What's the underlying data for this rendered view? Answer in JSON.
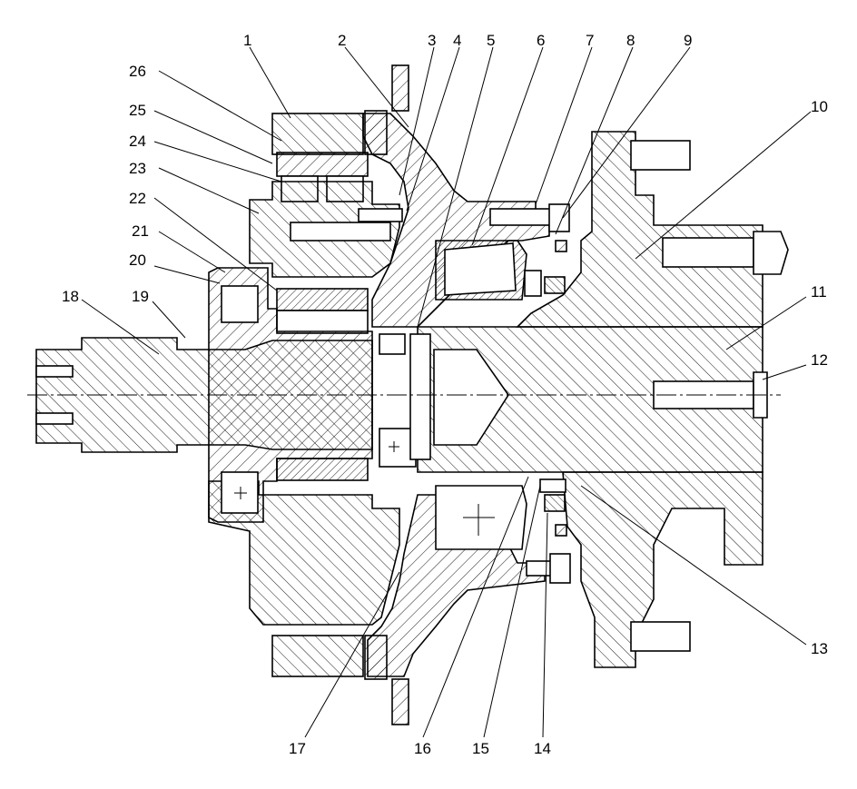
{
  "callouts": [
    {
      "id": "c1",
      "text": "1"
    },
    {
      "id": "c2",
      "text": "2"
    },
    {
      "id": "c3",
      "text": "3"
    },
    {
      "id": "c4",
      "text": "4"
    },
    {
      "id": "c5",
      "text": "5"
    },
    {
      "id": "c6",
      "text": "6"
    },
    {
      "id": "c7",
      "text": "7"
    },
    {
      "id": "c8",
      "text": "8"
    },
    {
      "id": "c9",
      "text": "9"
    },
    {
      "id": "c10",
      "text": "10"
    },
    {
      "id": "c11",
      "text": "11"
    },
    {
      "id": "c12",
      "text": "12"
    },
    {
      "id": "c13",
      "text": "13"
    },
    {
      "id": "c14",
      "text": "14"
    },
    {
      "id": "c15",
      "text": "15"
    },
    {
      "id": "c16",
      "text": "16"
    },
    {
      "id": "c17",
      "text": "17"
    },
    {
      "id": "c18",
      "text": "18"
    },
    {
      "id": "c19",
      "text": "19"
    },
    {
      "id": "c20",
      "text": "20"
    },
    {
      "id": "c21",
      "text": "21"
    },
    {
      "id": "c22",
      "text": "22"
    },
    {
      "id": "c23",
      "text": "23"
    },
    {
      "id": "c24",
      "text": "24"
    },
    {
      "id": "c25",
      "text": "25"
    },
    {
      "id": "c26",
      "text": "26"
    }
  ],
  "colors": {
    "ink": "#000000",
    "paper": "#ffffff"
  }
}
